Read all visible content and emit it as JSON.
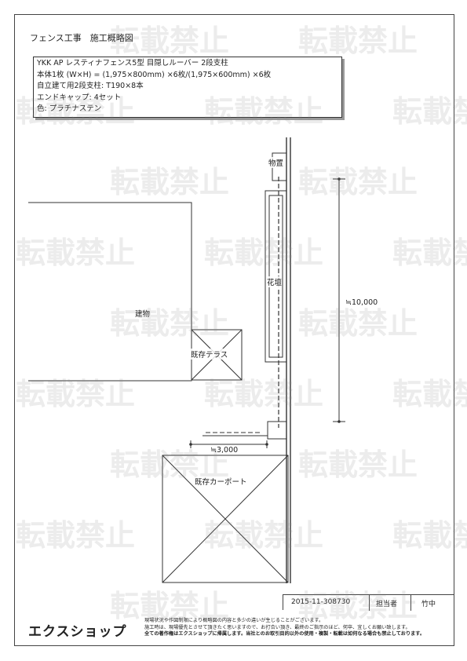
{
  "title": "フェンス工事　施工概略図",
  "spec_lines": [
    "YKK AP レスティナフェンス5型 目隠しルーバー 2段支柱",
    "本体1枚 (W×H) = (1,975×800mm) ×6枚/(1,975×600mm) ×6枚",
    "自立建て用2段支柱: T190×8本",
    "エンドキャップ: 4セット",
    "色: プラチナステン"
  ],
  "labels": {
    "storage": "物置",
    "flowerbed": "花壇",
    "building": "建物",
    "terrace": "既存テラス",
    "carport": "既存カーポート",
    "dim_vertical": "≒10,000",
    "dim_horizontal": "≒3,000"
  },
  "footer": {
    "drawing_no": "2015-11-308730",
    "person_label": "担当者",
    "person": "竹中"
  },
  "logo": "エクスショップ",
  "notes": [
    "現場状況や作図制限により概略図の内容と多少の違いが生じることがございます。",
    "施工時は、現場優先とさせて頂きたく思いますので、お打合い頂き、最終のご指示のほど、何卒、宜しくお願い致します。",
    "全ての著作権はエクスショップに帰属します。当社とのお取引目的以外の使用・複製・転載は如何なる場合も禁止しております。"
  ],
  "watermark": "転載禁止"
}
